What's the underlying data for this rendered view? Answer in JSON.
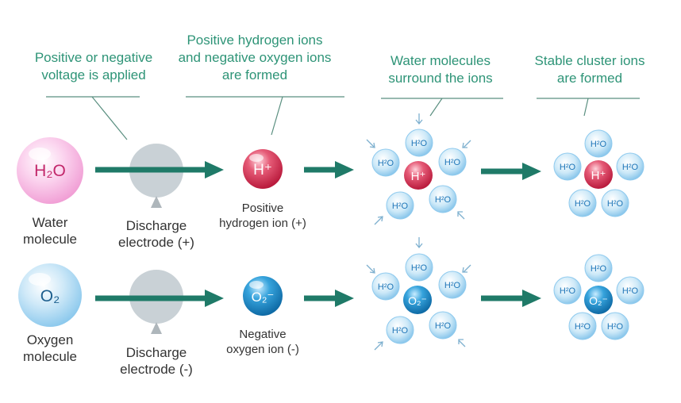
{
  "headers": {
    "step1": [
      "Positive or negative",
      "voltage is applied"
    ],
    "step2": [
      "Positive hydrogen ions",
      "and negative oxygen ions",
      "are formed"
    ],
    "step3": [
      "Water molecules",
      "surround the ions"
    ],
    "step4": [
      "Stable cluster ions",
      "are formed"
    ]
  },
  "top_row": {
    "molecule_symbol": "H₂O",
    "molecule_label": [
      "Water",
      "molecule"
    ],
    "electrode_label": [
      "Discharge",
      "electrode (+)"
    ],
    "ion_symbol": "H⁺",
    "ion_label": [
      "Positive",
      "hydrogen ion (+)"
    ]
  },
  "bottom_row": {
    "molecule_symbol": "O₂",
    "molecule_label": [
      "Oxygen",
      "molecule"
    ],
    "electrode_label": [
      "Discharge",
      "electrode (-)"
    ],
    "ion_symbol": "O₂⁻",
    "ion_label": [
      "Negative",
      "oxygen ion (-)"
    ]
  },
  "water_label": "H²O",
  "colors": {
    "header_text": "#2e9477",
    "arrow": "#1e7a66",
    "water_bubble": "#6fbbe6",
    "hydrogen_ion": "#d6304f",
    "oxygen_ion": "#1b86c4",
    "h2o_molecule": "#f2a8d8",
    "o2_molecule": "#8ccbee",
    "electrode": "#c7cfd4"
  }
}
